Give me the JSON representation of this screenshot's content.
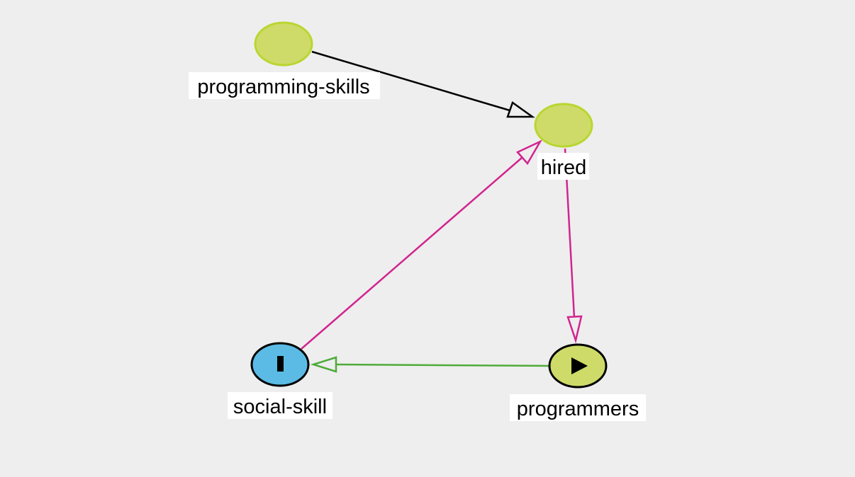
{
  "colors": {
    "background": "#eeeeee",
    "node_green_fill": "#cedb68",
    "node_green_stroke": "#b9d630",
    "node_blue_fill": "#5bbbe5",
    "edge_black": "#000000",
    "edge_magenta": "#d1258f",
    "edge_green": "#4fab3a",
    "label_bg": "#ffffff"
  },
  "nodes": {
    "programming_skills": {
      "label": "programming-skills",
      "icon": "none",
      "state": "plain"
    },
    "hired": {
      "label": "hired",
      "icon": "none",
      "state": "plain"
    },
    "social_skill": {
      "label": "social-skill",
      "icon": "intervention-bar-icon",
      "state": "intervened"
    },
    "programmers": {
      "label": "programmers",
      "icon": "play-icon",
      "state": "exposure"
    }
  },
  "edges": [
    {
      "from": "programming-skills",
      "to": "hired",
      "color": "black"
    },
    {
      "from": "social-skill",
      "to": "hired",
      "color": "magenta"
    },
    {
      "from": "hired",
      "to": "programmers",
      "color": "magenta"
    },
    {
      "from": "programmers",
      "to": "social-skill",
      "color": "green"
    }
  ]
}
